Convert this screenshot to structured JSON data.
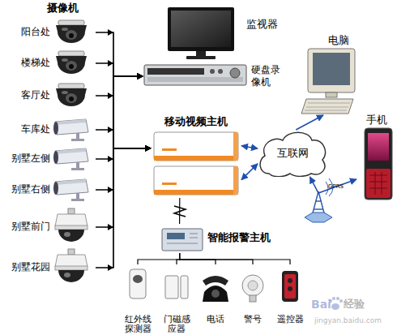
{
  "diagram": {
    "nodes": [
      {
        "text": [
          "阳台处"
        ]
      },
      {
        "text": [
          "楼梯处"
        ]
      },
      {
        "text": [
          "客厅处"
        ]
      },
      {
        "text": [
          "车库处"
        ]
      },
      {
        "text": [
          "别墅左侧"
        ]
      },
      {
        "text": [
          "别墅右侧"
        ]
      },
      {
        "text": [
          "别墅前门"
        ]
      },
      {
        "text": [
          "别墅花园"
        ]
      },
      {
        "text": [
          "监视器"
        ]
      },
      {
        "text": [
          "硬盘录像机"
        ]
      },
      {
        "text": [
          "移动视频主机"
        ]
      },
      {
        "text": [
          "互联网"
        ]
      },
      {
        "text": [
          "电脑"
        ]
      },
      {
        "text": [
          "手机"
        ]
      },
      {
        "text": [
          "智能报警主机"
        ]
      },
      {
        "text": [
          "红外线探测器"
        ]
      },
      {
        "text": [
          "门磁感应器"
        ]
      },
      {
        "text": [
          "电话"
        ]
      },
      {
        "text": [
          "警号"
        ]
      },
      {
        "text": [
          "遥控器"
        ]
      }
    ],
    "edges": [
      {
        "from": 0,
        "to": 9,
        "arrow": "to"
      },
      {
        "from": 1,
        "to": 9,
        "arrow": "to"
      },
      {
        "from": 2,
        "to": 9,
        "arrow": "to"
      },
      {
        "from": 3,
        "to": 9,
        "arrow": "to"
      },
      {
        "from": 4,
        "to": 9,
        "arrow": "to"
      },
      {
        "from": 5,
        "to": 9,
        "arrow": "to"
      },
      {
        "from": 6,
        "to": 9,
        "arrow": "to"
      },
      {
        "from": 7,
        "to": 9,
        "arrow": "to"
      },
      {
        "from": 0,
        "to": 10,
        "arrow": "to"
      },
      {
        "from": 1,
        "to": 10,
        "arrow": "to"
      },
      {
        "from": 2,
        "to": 10,
        "arrow": "to"
      },
      {
        "from": 3,
        "to": 10,
        "arrow": "to"
      },
      {
        "from": 4,
        "to": 10,
        "arrow": "to"
      },
      {
        "from": 5,
        "to": 10,
        "arrow": "to"
      },
      {
        "from": 6,
        "to": 10,
        "arrow": "to"
      },
      {
        "from": 7,
        "to": 10,
        "arrow": "to"
      },
      {
        "from": 10,
        "to": 11,
        "arrow": "both"
      },
      {
        "from": 10,
        "to": 11,
        "arrow": "both"
      },
      {
        "from": 11,
        "to": 12,
        "arrow": "to"
      },
      {
        "from": 11,
        "to": 13,
        "arrow": "both"
      },
      {
        "from": 10,
        "to": 14,
        "arrow": "none"
      },
      {
        "from": 14,
        "to": 15,
        "arrow": "none"
      },
      {
        "from": 14,
        "to": 16,
        "arrow": "none"
      },
      {
        "from": 14,
        "to": 17,
        "arrow": "none"
      },
      {
        "from": 14,
        "to": 18,
        "arrow": "none"
      },
      {
        "from": 14,
        "to": 19,
        "arrow": "none"
      }
    ],
    "labels": [
      "摄像机",
      "GPRS",
      "Bai",
      "经验",
      "jingyan.baidu.com"
    ]
  }
}
